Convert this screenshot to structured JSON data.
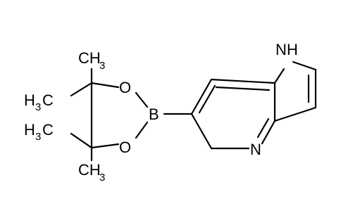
{
  "molecule": {
    "atoms": {
      "nh": "N",
      "nh_h": "H",
      "pyridine_n": "N",
      "boron": "B",
      "o_top": "O",
      "o_bottom": "O"
    },
    "methyls": {
      "m1": {
        "main": "CH",
        "sub": "3"
      },
      "m2": {
        "main": "H",
        "sub": "3",
        "tail": "C"
      },
      "m3": {
        "main": "H",
        "sub": "3",
        "tail": "C"
      },
      "m4": {
        "main": "CH",
        "sub": "3"
      }
    }
  }
}
